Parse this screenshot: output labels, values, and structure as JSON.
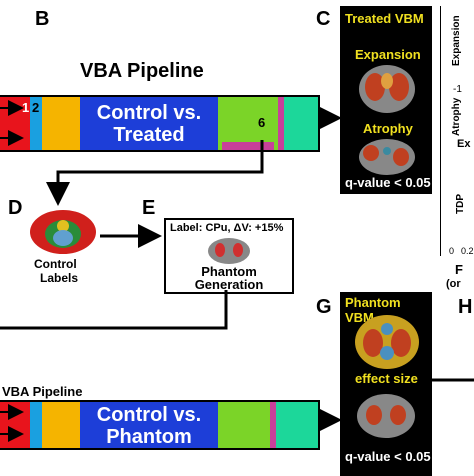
{
  "panel_letters": {
    "b": "B",
    "c": "C",
    "d": "D",
    "e": "E",
    "g": "G",
    "h": "H"
  },
  "top_pipeline": {
    "title": "VBA Pipeline",
    "num1": "1",
    "num2": "2",
    "main_text_line1": "Control vs.",
    "main_text_line2": "Treated",
    "num6": "6"
  },
  "treated_vbm": {
    "title": "Treated VBM",
    "expansion": "Expansion",
    "atrophy": "Atrophy",
    "qvalue": "q-value < 0.05"
  },
  "right_chart_fragment": {
    "ylabel_top": "Expansion",
    "ylabel_bottom": "Atrophy",
    "tick_neg1": "-1",
    "ex_label": "Ex",
    "tdp_label": "TDP",
    "tick_0": "0",
    "tick_02": "0.2"
  },
  "control_labels": {
    "line1": "Control",
    "line2": "Labels"
  },
  "phantom_generation": {
    "label_line": "Label: CPu, ΔV: +15%",
    "line1": "Phantom",
    "line2": "Generation"
  },
  "right_text_fragment": {
    "line1": "F",
    "line2": "(or"
  },
  "phantom_vbm": {
    "title": "Phantom VBM",
    "effect_size": "effect size",
    "qvalue": "q-value < 0.05"
  },
  "bottom_pipeline": {
    "title": "VBA Pipeline",
    "main_text_line1": "Control vs.",
    "main_text_line2": "Phantom"
  },
  "colors": {
    "red": "#e8141c",
    "cyan": "#1aa0e0",
    "orange": "#f5b400",
    "blue": "#1d3ed8",
    "green": "#7bd428",
    "magenta": "#c8409a",
    "teal": "#1cd79a",
    "yellow_text": "#f0e020"
  }
}
